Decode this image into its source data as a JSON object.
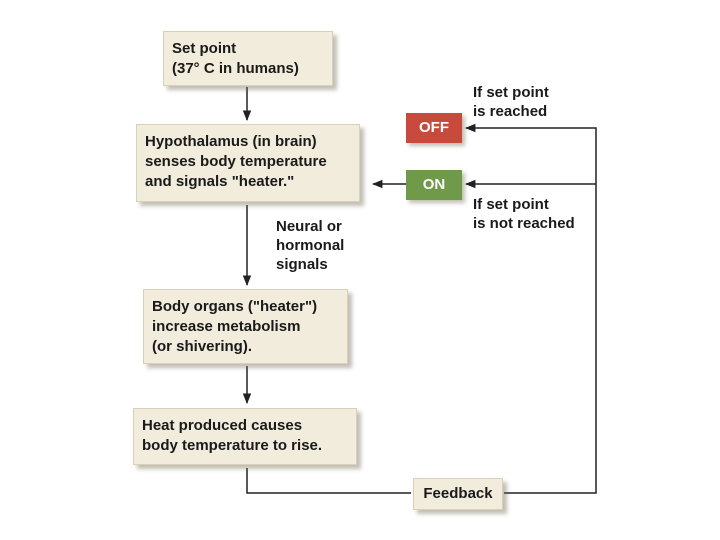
{
  "boxes": {
    "set_point": {
      "lines": [
        "Set point",
        "(37° C in humans)"
      ]
    },
    "hypothalamus": {
      "lines": [
        "Hypothalamus (in brain)",
        "senses body temperature",
        "and signals \"heater.\""
      ]
    },
    "body_organs": {
      "lines": [
        "Body organs (\"heater\")",
        "increase metabolism",
        "(or shivering)."
      ]
    },
    "heat_produced": {
      "lines": [
        "Heat produced causes",
        "body temperature to rise."
      ]
    },
    "feedback": {
      "label": "Feedback"
    }
  },
  "switches": {
    "off": {
      "label": "OFF",
      "color": "#c84a3c"
    },
    "on": {
      "label": "ON",
      "color": "#6f9a4a"
    }
  },
  "notes": {
    "reached": {
      "lines": [
        "If set point",
        "is reached"
      ]
    },
    "not_reached": {
      "lines": [
        "If set point",
        "is not reached"
      ]
    },
    "signals": {
      "lines": [
        "Neural or",
        "hormonal",
        "signals"
      ]
    }
  },
  "colors": {
    "box_fill": "#f1ecdc",
    "arrow": "#222222"
  }
}
